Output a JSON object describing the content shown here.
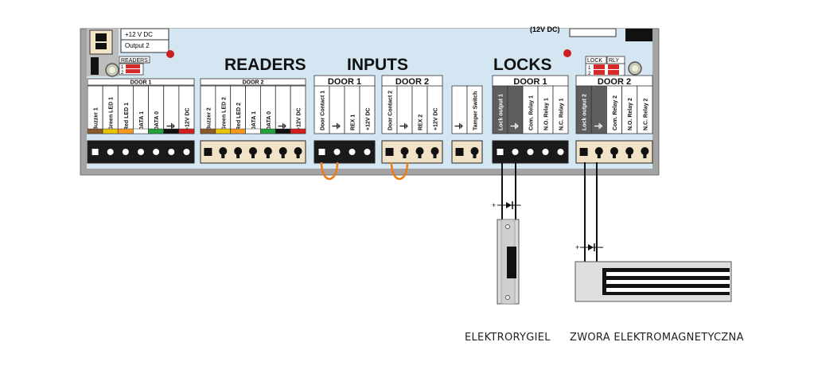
{
  "board": {
    "top_box": {
      "line1": "+12 V DC",
      "line2": "Output 2"
    },
    "top_right": "(12V DC)",
    "titles": {
      "readers": "READERS",
      "inputs": "INPUTS",
      "locks": "LOCKS"
    },
    "readers_jumper": "READERS",
    "lock_jumper": "LOCK",
    "rly_jumper": "RLY",
    "jumper_nums": [
      "1",
      "2"
    ],
    "door_labels": {
      "readers_door1": "DOOR 1",
      "readers_door2": "DOOR 2",
      "inputs_door1": "DOOR 1",
      "inputs_door2": "DOOR 2",
      "locks_door1": "DOOR 1",
      "locks_door2": "DOOR 2"
    },
    "terminals": {
      "reader1": [
        "Buzzer 1",
        "Green LED 1",
        "Red LED 1",
        "DATA 1",
        "DATA 0",
        "⏚",
        "+12V DC"
      ],
      "reader2": [
        "Buzzer 2",
        "Green LED 2",
        "Red LED 2",
        "DATA 1",
        "DATA 0",
        "⏚",
        "+12V DC"
      ],
      "input1": [
        "Door Contact 1",
        "⏚",
        "REX 1",
        "+12V DC"
      ],
      "input2": [
        "Door Contact 2",
        "⏚",
        "REX 2",
        "+12V DC"
      ],
      "tamper": [
        "⏚",
        "Tamper Switch"
      ],
      "lock1": [
        "Lock output 1",
        "⏚",
        "Com. Relay 1",
        "N.O. Relay 1",
        "N.C. Relay 1"
      ],
      "lock2": [
        "Lock output 2",
        "⏚",
        "Com. Relay 2",
        "N.O. Relay 2",
        "N.C. Relay 2"
      ]
    }
  },
  "devices": {
    "strike_label": "ELEKTRORYGIEL",
    "maglock_label": "ZWORA ELEKTROMAGNETYCZNA",
    "polarity_plus": "+",
    "polarity_minus": "-"
  },
  "colors": {
    "board_bg": "#d5e6f3",
    "frame": "#a0a0a0",
    "wire": "#111111",
    "jumper_wire": "#f07a10",
    "led_red": "#cc1f1f",
    "terminal_dark": "#1a1a1a",
    "terminal_light": "#f1e2c8"
  }
}
